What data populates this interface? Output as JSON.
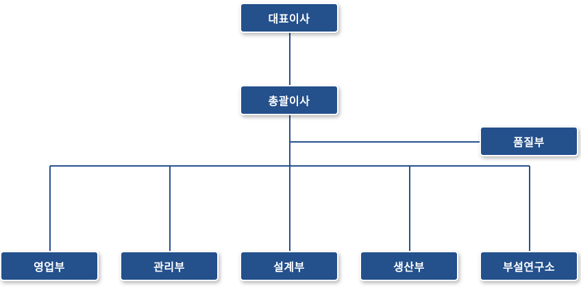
{
  "org_chart": {
    "line_color": "#24508c",
    "box_color": "#24508c",
    "text_color": "#ffffff",
    "ceo": {
      "label": "대표이사"
    },
    "general_manager": {
      "label": "총괄이사"
    },
    "quality": {
      "label": "품질부"
    },
    "departments": [
      {
        "label": "영업부"
      },
      {
        "label": "관리부"
      },
      {
        "label": "설계부"
      },
      {
        "label": "생산부"
      },
      {
        "label": "부설연구소"
      }
    ]
  }
}
